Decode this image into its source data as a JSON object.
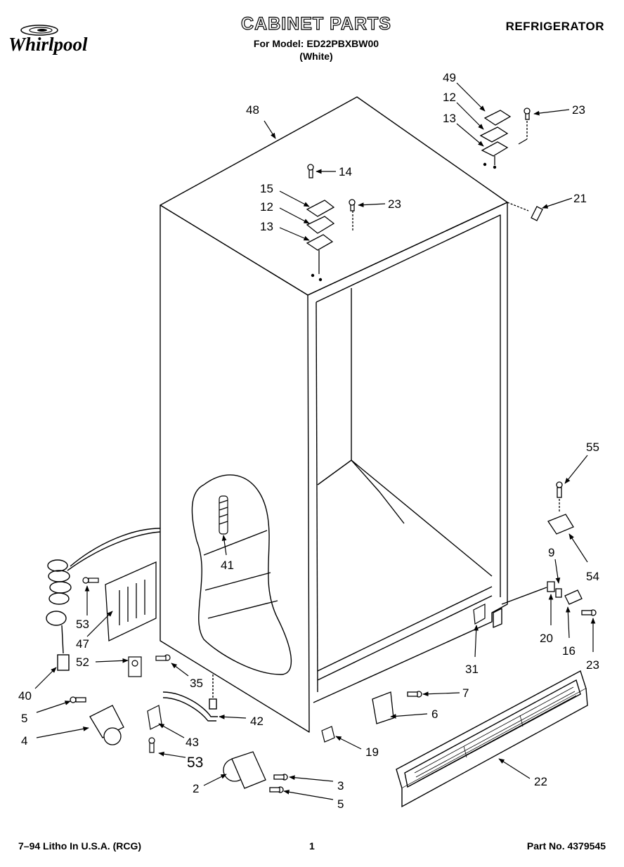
{
  "header": {
    "brand": "Whirlpool",
    "title": "CABINET PARTS",
    "model_line": "For Model: ED22PBXBW00",
    "color_line": "(White)",
    "product": "REFRIGERATOR"
  },
  "footer": {
    "litho": "7–94 Litho In U.S.A. (RCG)",
    "page": "1",
    "part_no": "Part No. 4379545"
  },
  "callouts": {
    "c48": "48",
    "c49": "49",
    "c12a": "12",
    "c13a": "13",
    "c23a": "23",
    "c14": "14",
    "c15": "15",
    "c23b": "23",
    "c12b": "12",
    "c13b": "13",
    "c21": "21",
    "c55": "55",
    "c9": "9",
    "c54": "54",
    "c41": "41",
    "c53a": "53",
    "c47": "47",
    "c52": "52",
    "c40": "40",
    "c35": "35",
    "c20": "20",
    "c16": "16",
    "c23c": "23",
    "c31": "31",
    "c7": "7",
    "c5a": "5",
    "c4": "4",
    "c42": "42",
    "c6": "6",
    "c43": "43",
    "c53b": "53",
    "c19": "19",
    "c22": "22",
    "c2": "2",
    "c3": "3",
    "c5b": "5"
  }
}
